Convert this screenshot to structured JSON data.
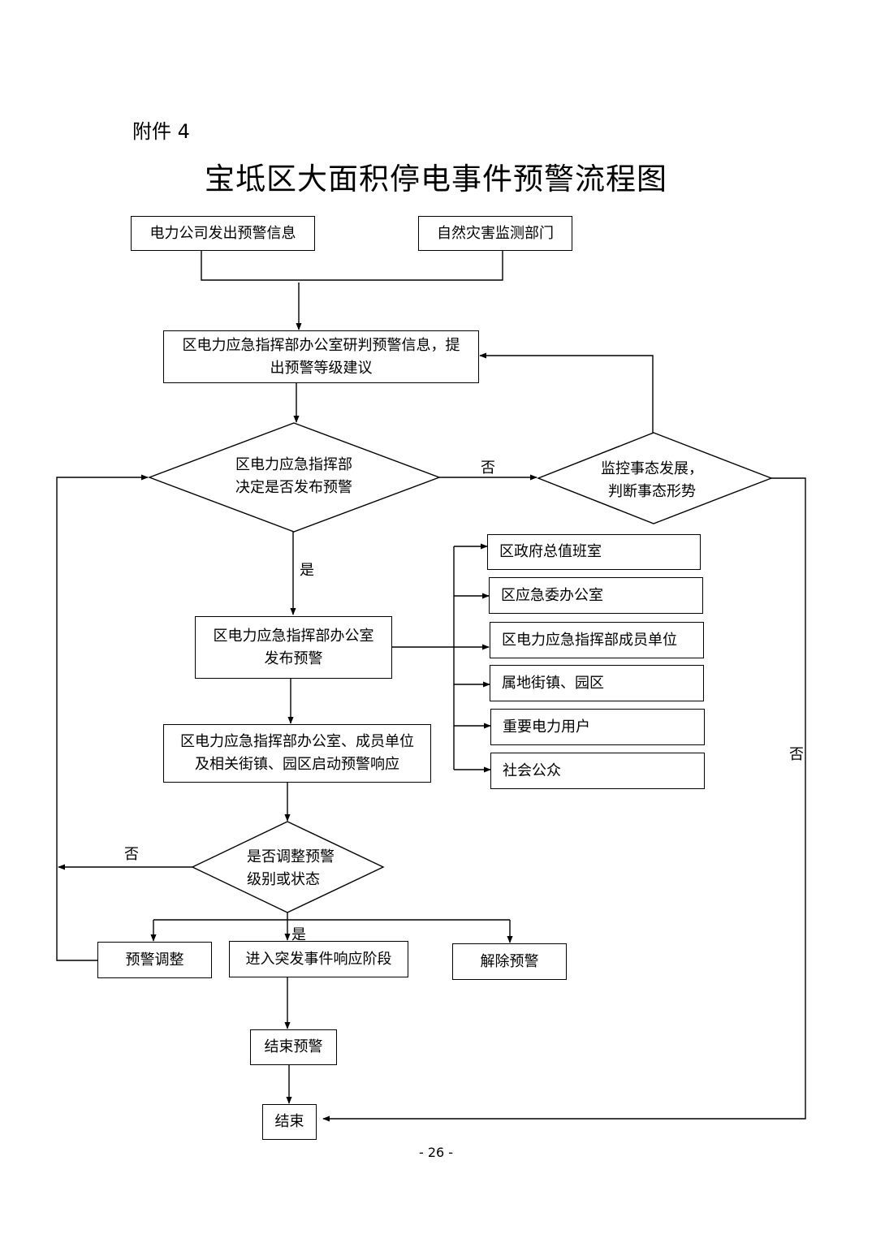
{
  "header": {
    "attachment": "附件 4",
    "title": "宝坻区大面积停电事件预警流程图"
  },
  "nodes": {
    "power_company": "电力公司发出预警信息",
    "disaster_dept": "自然灾害监测部门",
    "assess_line1": "区电力应急指挥部办公室研判预警信息，提",
    "assess_line2": "出预警等级建议",
    "decide_line1": "区电力应急指挥部",
    "decide_line2": "决定是否发布预警",
    "monitor_line1": "监控事态发展，",
    "monitor_line2": "判断事态形势",
    "publish_line1": "区电力应急指挥部办公室",
    "publish_line2": "发布预警",
    "respond_line1": "区电力应急指挥部办公室、成员单位",
    "respond_line2": "及相关街镇、园区启动预警响应",
    "adjust_q_line1": "是否调整预警",
    "adjust_q_line2": "级别或状态",
    "adjust": "预警调整",
    "enter_response": "进入突发事件响应阶段",
    "lift_warning": "解除预警",
    "end_warning": "结束预警",
    "end": "结束"
  },
  "recipients": [
    "区政府总值班室",
    "区应急委办公室",
    "区电力应急指挥部成员单位",
    "属地街镇、园区",
    "重要电力用户",
    "社会公众"
  ],
  "labels": {
    "no": "否",
    "yes": "是"
  },
  "footer": {
    "page_number": "- 26 -"
  }
}
